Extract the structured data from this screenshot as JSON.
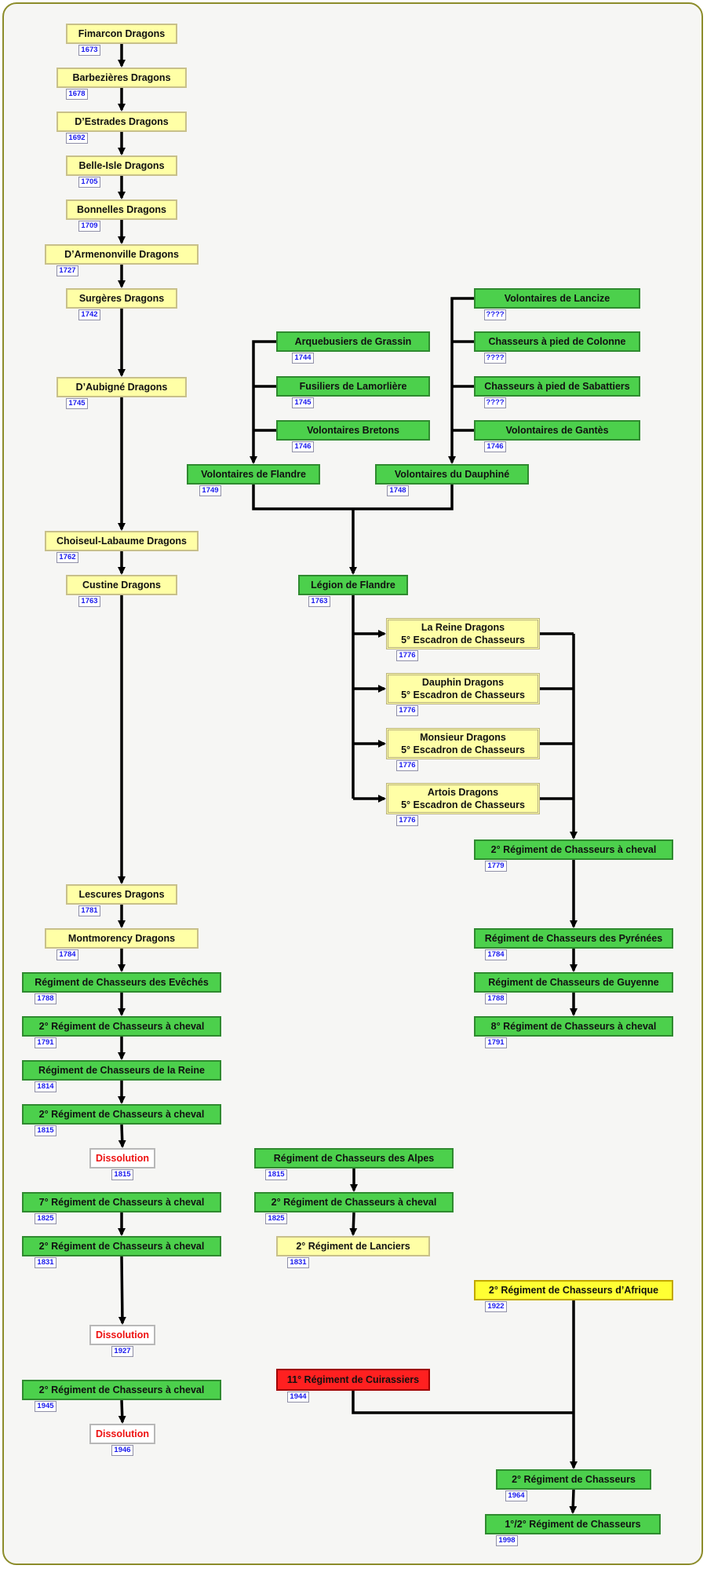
{
  "nodes": [
    {
      "id": "fimarcon",
      "label": "Fimarcon Dragons",
      "date": "1673"
    },
    {
      "id": "barbezieres",
      "label": "Barbezières  Dragons",
      "date": "1678"
    },
    {
      "id": "destrades",
      "label": "D’Estrades Dragons",
      "date": "1692"
    },
    {
      "id": "belleisle",
      "label": "Belle-Isle Dragons",
      "date": "1705"
    },
    {
      "id": "bonnelles",
      "label": "Bonnelles Dragons",
      "date": "1709"
    },
    {
      "id": "darmenonville",
      "label": "D’Armenonville Dragons",
      "date": "1727"
    },
    {
      "id": "surgeres",
      "label": "Surgères Dragons",
      "date": "1742"
    },
    {
      "id": "daubigne",
      "label": "D’Aubigné Dragons",
      "date": "1745"
    },
    {
      "id": "choiseul",
      "label": "Choiseul-Labaume Dragons",
      "date": "1762"
    },
    {
      "id": "custine",
      "label": "Custine Dragons",
      "date": "1763"
    },
    {
      "id": "lescures",
      "label": "Lescures Dragons",
      "date": "1781"
    },
    {
      "id": "montmorency",
      "label": "Montmorency  Dragons",
      "date": "1784"
    },
    {
      "id": "eveches",
      "label": "Régiment de Chasseurs des Evêchés",
      "date": "1788"
    },
    {
      "id": "c2_1791",
      "label": "2° Régiment de Chasseurs à cheval",
      "date": "1791"
    },
    {
      "id": "reine",
      "label": "Régiment de Chasseurs de la Reine",
      "date": "1814"
    },
    {
      "id": "c2_1815",
      "label": "2° Régiment de Chasseurs à cheval",
      "date": "1815"
    },
    {
      "id": "diss1815",
      "label": "Dissolution",
      "date": "1815"
    },
    {
      "id": "c7_1825",
      "label": "7° Régiment de Chasseurs à cheval",
      "date": "1825"
    },
    {
      "id": "c2_1831",
      "label": "2° Régiment de Chasseurs à cheval",
      "date": "1831"
    },
    {
      "id": "diss1927",
      "label": "Dissolution",
      "date": "1927"
    },
    {
      "id": "c2_1945",
      "label": "2° Régiment de Chasseurs à cheval",
      "date": "1945"
    },
    {
      "id": "diss1946",
      "label": "Dissolution",
      "date": "1946"
    },
    {
      "id": "grassin",
      "label": "Arquebusiers de Grassin",
      "date": "1744"
    },
    {
      "id": "lamorliere",
      "label": "Fusiliers de Lamorlière",
      "date": "1745"
    },
    {
      "id": "bretons",
      "label": "Volontaires Bretons",
      "date": "1746"
    },
    {
      "id": "vflandre",
      "label": "Volontaires de Flandre",
      "date": "1749"
    },
    {
      "id": "lancize",
      "label": "Volontaires de Lancize",
      "date": "????"
    },
    {
      "id": "colonne",
      "label": "Chasseurs à pied de Colonne",
      "date": "????"
    },
    {
      "id": "sabattiers",
      "label": "Chasseurs à pied de Sabattiers",
      "date": "????"
    },
    {
      "id": "gantes",
      "label": "Volontaires de Gantès",
      "date": "1746"
    },
    {
      "id": "dauphine",
      "label": "Volontaires du Dauphiné",
      "date": "1748"
    },
    {
      "id": "legion",
      "label": "Légion de Flandre",
      "date": "1763"
    },
    {
      "id": "lareine",
      "label": "La Reine Dragons|5° Escadron de Chasseurs",
      "date": "1776"
    },
    {
      "id": "dauphin",
      "label": "Dauphin Dragons|5° Escadron de Chasseurs",
      "date": "1776"
    },
    {
      "id": "monsieur",
      "label": "Monsieur Dragons|5° Escadron de Chasseurs",
      "date": "1776"
    },
    {
      "id": "artois",
      "label": "Artois Dragons|5° Escadron de Chasseurs",
      "date": "1776"
    },
    {
      "id": "c2_1779",
      "label": "2° Régiment de Chasseurs à cheval",
      "date": "1779"
    },
    {
      "id": "pyrenees",
      "label": "Régiment de Chasseurs des Pyrénées",
      "date": "1784"
    },
    {
      "id": "guyenne",
      "label": "Régiment de Chasseurs de Guyenne",
      "date": "1788"
    },
    {
      "id": "c8_1791",
      "label": "8° Régiment de Chasseurs à cheval",
      "date": "1791"
    },
    {
      "id": "alpes",
      "label": "Régiment de Chasseurs des Alpes",
      "date": "1815"
    },
    {
      "id": "c2_1825",
      "label": "2° Régiment de Chasseurs à cheval",
      "date": "1825"
    },
    {
      "id": "lanciers",
      "label": "2° Régiment de Lanciers",
      "date": "1831"
    },
    {
      "id": "afrique",
      "label": "2° Régiment de Chasseurs d’Afrique",
      "date": "1922"
    },
    {
      "id": "cuirassiers",
      "label": "11° Régiment de Cuirassiers",
      "date": "1944"
    },
    {
      "id": "rc2_1964",
      "label": "2° Régiment de Chasseurs",
      "date": "1964"
    },
    {
      "id": "rc12_1998",
      "label": "1°/2° Régiment de Chasseurs",
      "date": "1998"
    }
  ],
  "edges": [
    [
      "fimarcon",
      "barbezieres"
    ],
    [
      "barbezieres",
      "destrades"
    ],
    [
      "destrades",
      "belleisle"
    ],
    [
      "belleisle",
      "bonnelles"
    ],
    [
      "bonnelles",
      "darmenonville"
    ],
    [
      "darmenonville",
      "surgeres"
    ],
    [
      "surgeres",
      "daubigne"
    ],
    [
      "daubigne",
      "choiseul"
    ],
    [
      "choiseul",
      "custine"
    ],
    [
      "custine",
      "lescures"
    ],
    [
      "lescures",
      "montmorency"
    ],
    [
      "montmorency",
      "eveches"
    ],
    [
      "eveches",
      "c2_1791"
    ],
    [
      "c2_1791",
      "reine"
    ],
    [
      "reine",
      "c2_1815"
    ],
    [
      "c2_1815",
      "diss1815"
    ],
    [
      "c7_1825",
      "c2_1831"
    ],
    [
      "c2_1831",
      "diss1927"
    ],
    [
      "c2_1945",
      "diss1946"
    ],
    [
      "grassin",
      "vflandre"
    ],
    [
      "lamorliere",
      "vflandre"
    ],
    [
      "bretons",
      "vflandre"
    ],
    [
      "lancize",
      "dauphine"
    ],
    [
      "colonne",
      "dauphine"
    ],
    [
      "sabattiers",
      "dauphine"
    ],
    [
      "gantes",
      "dauphine"
    ],
    [
      "vflandre",
      "legion"
    ],
    [
      "dauphine",
      "legion"
    ],
    [
      "legion",
      "lareine"
    ],
    [
      "legion",
      "dauphin"
    ],
    [
      "legion",
      "monsieur"
    ],
    [
      "legion",
      "artois"
    ],
    [
      "lareine",
      "c2_1779"
    ],
    [
      "dauphin",
      "c2_1779"
    ],
    [
      "monsieur",
      "c2_1779"
    ],
    [
      "artois",
      "c2_1779"
    ],
    [
      "c2_1779",
      "pyrenees"
    ],
    [
      "pyrenees",
      "guyenne"
    ],
    [
      "guyenne",
      "c8_1791"
    ],
    [
      "alpes",
      "c2_1825"
    ],
    [
      "c2_1825",
      "lanciers"
    ],
    [
      "afrique",
      "rc2_1964"
    ],
    [
      "cuirassiers",
      "rc2_1964"
    ],
    [
      "rc2_1964",
      "rc12_1998"
    ]
  ]
}
